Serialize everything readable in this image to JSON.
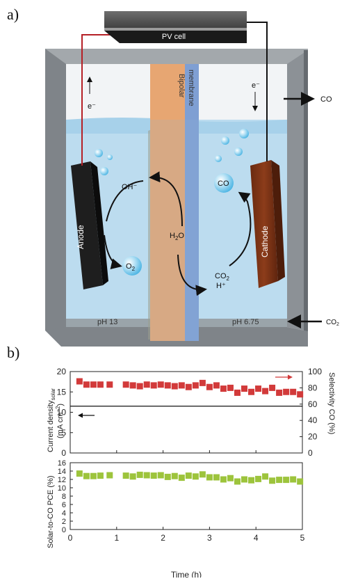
{
  "figure": {
    "panel_a_label": "a)",
    "panel_b_label": "b)"
  },
  "diagram": {
    "pv_cell": "PV cell",
    "electron_left": "e⁻",
    "electron_right": "e⁻",
    "membrane_line1": "Bipolar",
    "membrane_line2": "membrane",
    "anode": "Anode",
    "cathode": "Cathode",
    "hydroxide": "OH⁻",
    "oxygen": "O",
    "oxygen_sub": "2",
    "water": "H",
    "water_sub": "2",
    "water_end": "O",
    "co2_main": "CO",
    "co2_sub": "2",
    "proton": "H⁺",
    "co_bubble": "CO",
    "co_out": "CO",
    "co2_in": "CO",
    "co2_in_sub": "2",
    "ph_left": "pH 13",
    "ph_right": "pH 6.75",
    "colors": {
      "frame": "#8c9196",
      "water": "#bcdcef",
      "anode": "#1e1e1e",
      "cathode": "#7a3216",
      "membrane_orange": "#e7a672",
      "membrane_blue": "#7f9fd3",
      "wire_red": "#b52026"
    }
  },
  "chart_data": [
    {
      "type": "scatter",
      "title": "",
      "xlabel": "Time (h)",
      "ylabel_line1": "Current density",
      "ylabel_sub": "solar",
      "ylabel_line2": "(mA cm",
      "ylabel_sup": "−2",
      "ylabel_close": ")",
      "ylim": [
        0,
        20
      ],
      "y_ticks": [
        "0",
        "5",
        "10",
        "15",
        "20"
      ],
      "y2label": "Selectivity CO (%)",
      "y2lim": [
        0,
        100
      ],
      "y2_ticks": [
        "0",
        "20",
        "40",
        "60",
        "80",
        "100"
      ],
      "grid": false,
      "series": [
        {
          "axis": "right",
          "color": "#d23a3a",
          "x": [
            0.2,
            0.35,
            0.5,
            0.65,
            0.85,
            1.2,
            1.35,
            1.5,
            1.65,
            1.8,
            1.95,
            2.1,
            2.25,
            2.4,
            2.55,
            2.7,
            2.85,
            3.0,
            3.15,
            3.3,
            3.45,
            3.6,
            3.75,
            3.9,
            4.05,
            4.2,
            4.35,
            4.5,
            4.65,
            4.8,
            4.95
          ],
          "values": [
            88,
            84,
            84,
            84,
            84,
            84,
            83,
            82,
            84,
            83,
            84,
            83,
            82,
            83,
            81,
            83,
            86,
            81,
            83,
            79,
            80,
            74,
            79,
            75,
            79,
            76,
            80,
            74,
            75,
            75,
            72
          ]
        },
        {
          "axis": "left",
          "type": "line",
          "color": "#111111",
          "x": [
            0,
            5
          ],
          "values": [
            11.5,
            11.5
          ]
        }
      ]
    },
    {
      "type": "scatter",
      "title": "",
      "xlabel": "Time (h)",
      "ylabel": "Solar-to-CO PCE (%)",
      "ylim": [
        0,
        16
      ],
      "y_ticks": [
        "0",
        "2",
        "4",
        "6",
        "8",
        "10",
        "12",
        "14",
        "16"
      ],
      "xlim": [
        0,
        5
      ],
      "x_ticks": [
        "0",
        "1",
        "2",
        "3",
        "4",
        "5"
      ],
      "grid": false,
      "series": [
        {
          "color": "#9dc43c",
          "x": [
            0.2,
            0.35,
            0.5,
            0.65,
            0.85,
            1.2,
            1.35,
            1.5,
            1.65,
            1.8,
            1.95,
            2.1,
            2.25,
            2.4,
            2.55,
            2.7,
            2.85,
            3.0,
            3.15,
            3.3,
            3.45,
            3.6,
            3.75,
            3.9,
            4.05,
            4.2,
            4.35,
            4.5,
            4.65,
            4.8,
            4.95
          ],
          "values": [
            13.4,
            12.8,
            12.8,
            12.9,
            13.0,
            12.9,
            12.7,
            13.1,
            13.0,
            12.9,
            13.0,
            12.6,
            12.8,
            12.4,
            12.9,
            12.7,
            13.2,
            12.5,
            12.5,
            12.0,
            12.3,
            11.5,
            12.0,
            11.8,
            12.1,
            12.7,
            11.7,
            11.9,
            11.9,
            12.0,
            11.5
          ]
        }
      ]
    }
  ]
}
